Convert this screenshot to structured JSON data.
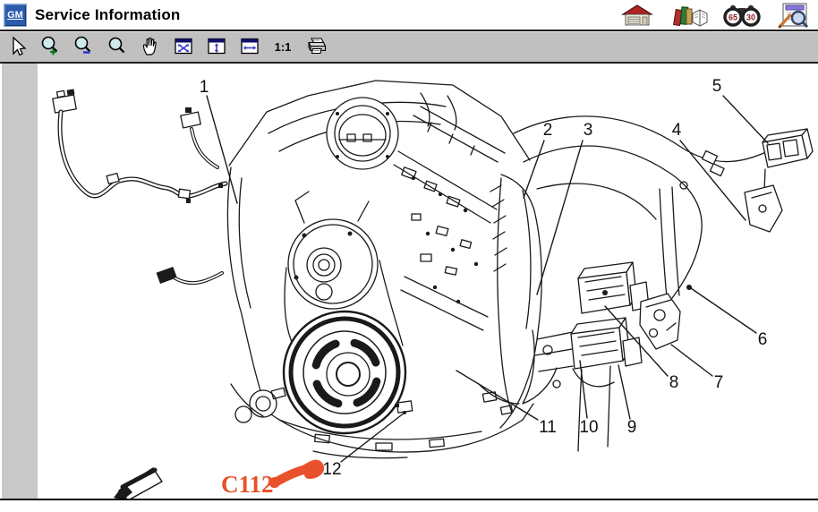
{
  "window": {
    "logo_text": "GM",
    "title": "Service Information"
  },
  "header_icons": {
    "home": {
      "name": "home"
    },
    "library": {
      "name": "library-books"
    },
    "binoculars": {
      "name": "binoculars-search",
      "left_lens_text": "65",
      "right_lens_text": "30"
    },
    "document_search": {
      "name": "document-search"
    }
  },
  "toolbar": {
    "tools": [
      {
        "id": "select",
        "icon": "cursor-arrow-icon"
      },
      {
        "id": "zoom-in",
        "icon": "magnifier-plus-icon"
      },
      {
        "id": "zoom-out",
        "icon": "magnifier-minus-icon"
      },
      {
        "id": "zoom",
        "icon": "magnifier-icon"
      },
      {
        "id": "pan",
        "icon": "hand-icon"
      },
      {
        "id": "fit-page",
        "icon": "fit-window-icon"
      },
      {
        "id": "fit-height",
        "icon": "fit-vertical-icon"
      },
      {
        "id": "fit-width",
        "icon": "fit-horizontal-icon"
      },
      {
        "id": "actual-size",
        "label": "1:1"
      },
      {
        "id": "print",
        "icon": "printer-icon"
      }
    ]
  },
  "diagram": {
    "callouts": [
      {
        "label": "1"
      },
      {
        "label": "2"
      },
      {
        "label": "3"
      },
      {
        "label": "4"
      },
      {
        "label": "5"
      },
      {
        "label": "6"
      },
      {
        "label": "7"
      },
      {
        "label": "8"
      },
      {
        "label": "9"
      },
      {
        "label": "10"
      },
      {
        "label": "11"
      },
      {
        "label": "12"
      }
    ],
    "connector": {
      "label": "C112",
      "highlight_color": "#E8512B"
    }
  }
}
